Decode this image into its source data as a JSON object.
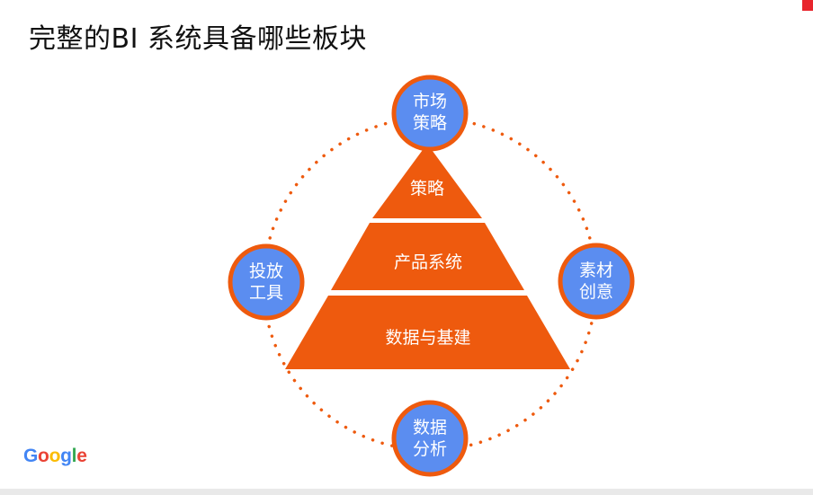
{
  "slide": {
    "title": "完整的BI 系统具备哪些板块",
    "logo_letters": [
      "G",
      "o",
      "o",
      "g",
      "l",
      "e"
    ],
    "logo_colors": [
      "#4285F4",
      "#EA4335",
      "#FBBC05",
      "#4285F4",
      "#34A853",
      "#EA4335"
    ]
  },
  "colors": {
    "accent_orange": "#EE5A0E",
    "node_blue": "#5B8DF0",
    "corner_red": "#E8252D"
  },
  "diagram": {
    "pyramid": {
      "tiers": [
        {
          "label": "策略"
        },
        {
          "label": "产品系统"
        },
        {
          "label": "数据与基建"
        }
      ]
    },
    "nodes": [
      {
        "id": "top",
        "lines": [
          "市场",
          "策略"
        ]
      },
      {
        "id": "right",
        "lines": [
          "素材",
          "创意"
        ]
      },
      {
        "id": "bottom",
        "lines": [
          "数据",
          "分析"
        ]
      },
      {
        "id": "left",
        "lines": [
          "投放",
          "工具"
        ]
      }
    ]
  }
}
